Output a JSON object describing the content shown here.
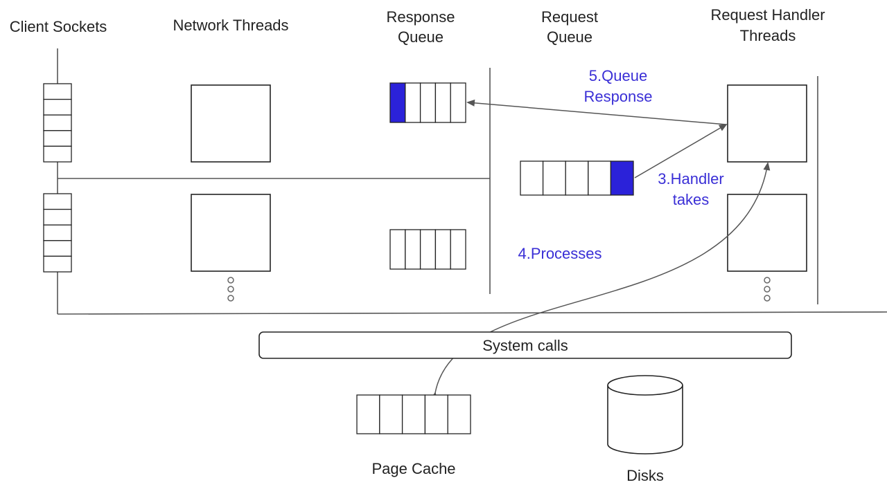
{
  "headers": {
    "client_sockets": "Client Sockets",
    "network_threads": "Network Threads",
    "response_queue_line1": "Response",
    "response_queue_line2": "Queue",
    "request_queue_line1": "Request",
    "request_queue_line2": "Queue",
    "handler_threads_line1": "Request Handler",
    "handler_threads_line2": "Threads"
  },
  "steps": {
    "queue_response_line1": "5.Queue",
    "queue_response_line2": "Response",
    "handler_takes_line1": "3.Handler",
    "handler_takes_line2": "takes",
    "processes": "4.Processes"
  },
  "system_calls": "System calls",
  "page_cache": "Page Cache",
  "disks": "Disks",
  "colors": {
    "step_text": "#3a2fd6",
    "filled_slot": "#2b22d9",
    "lines": "#555555"
  }
}
